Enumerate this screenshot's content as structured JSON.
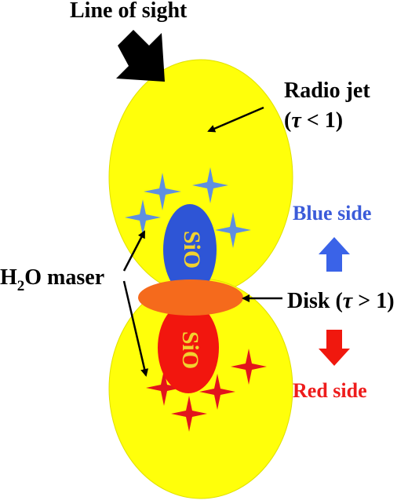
{
  "labels": {
    "line_of_sight": "Line of sight",
    "radio_jet_line1": "Radio jet",
    "radio_jet_tau": "τ",
    "radio_jet_rest": " < 1)",
    "radio_jet_open": "(",
    "blue_side": "Blue side",
    "red_side": "Red side",
    "h2o_h": "H",
    "h2o_sub": "2",
    "h2o_rest": "O maser",
    "disk_prefix": "Disk (",
    "disk_tau": "τ",
    "disk_rest": " > 1)",
    "sio_top": "SiO",
    "sio_bottom": "SiO"
  },
  "colors": {
    "jet": "#ffff0a",
    "jet_outline": "#d8d800",
    "blue_lobe": "#2e55d6",
    "red_lobe": "#f2160e",
    "disk": "#f56a1c",
    "blue_star": "#5f8fe0",
    "red_star": "#e2141c",
    "blue_text": "#3b5bd9",
    "red_text": "#ee1c1c",
    "blue_arrow": "#3a63e8",
    "red_arrow": "#f0180e",
    "black": "#000000"
  }
}
